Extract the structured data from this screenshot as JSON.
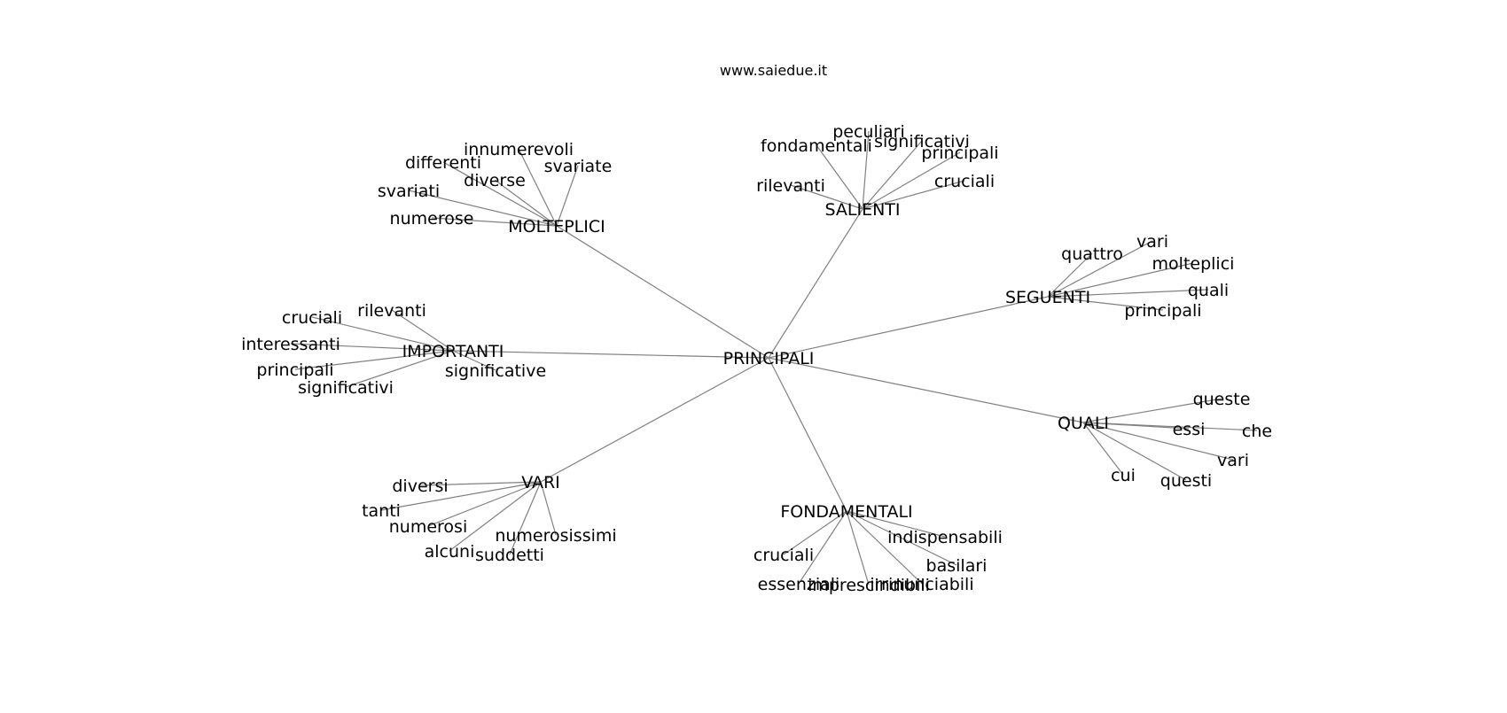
{
  "caption": "www.saiedue.it",
  "graph": {
    "center": "PRINCIPALI",
    "edge_color": "#808080",
    "groups": [
      {
        "hub": "MOLTEPLICI",
        "leaves": [
          "innumerevoli",
          "differenti",
          "diverse",
          "svariate",
          "svariati",
          "numerose"
        ]
      },
      {
        "hub": "SALIENTI",
        "leaves": [
          "peculiari",
          "fondamentali",
          "significativi",
          "principali",
          "rilevanti",
          "cruciali"
        ]
      },
      {
        "hub": "SEGUENTI",
        "leaves": [
          "vari",
          "quattro",
          "molteplici",
          "quali",
          "principali"
        ]
      },
      {
        "hub": "IMPORTANTI",
        "leaves": [
          "rilevanti",
          "cruciali",
          "interessanti",
          "principali",
          "significativi",
          "significative"
        ]
      },
      {
        "hub": "QUALI",
        "leaves": [
          "queste",
          "essi",
          "che",
          "vari",
          "cui",
          "questi"
        ]
      },
      {
        "hub": "VARI",
        "leaves": [
          "diversi",
          "tanti",
          "numerosi",
          "numerosissimi",
          "alcuni",
          "suddetti"
        ]
      },
      {
        "hub": "FONDAMENTALI",
        "leaves": [
          "indispensabili",
          "cruciali",
          "basilari",
          "essenziali",
          "imprescindibili",
          "irrinunciabili"
        ]
      }
    ]
  }
}
